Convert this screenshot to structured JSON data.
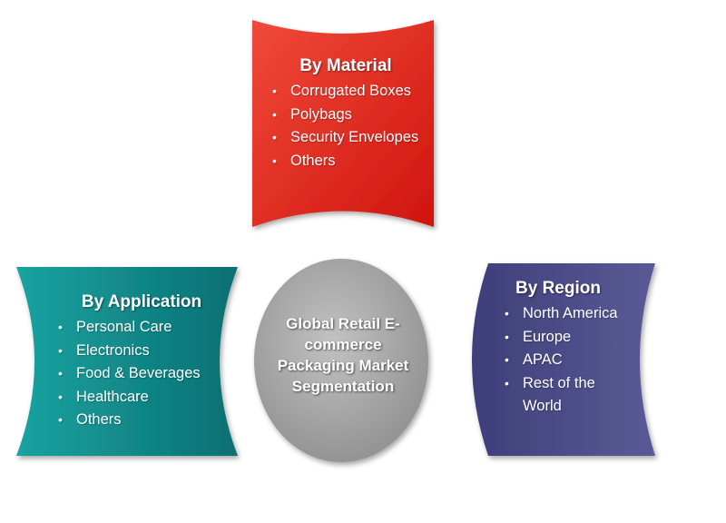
{
  "center": {
    "lines": [
      "Global Retail E-",
      "commerce",
      "Packaging Market",
      "Segmentation"
    ]
  },
  "material": {
    "title": "By Material",
    "items": [
      "Corrugated Boxes",
      "Polybags",
      "Security Envelopes",
      "Others"
    ]
  },
  "application": {
    "title": "By Application",
    "items": [
      "Personal Care",
      "Electronics",
      "Food & Beverages",
      "Healthcare",
      "Others"
    ]
  },
  "region": {
    "title": "By Region",
    "items": [
      "North America",
      "Europe",
      "APAC",
      "Rest of the World"
    ]
  },
  "colors": {
    "material": "#e3231b",
    "application": "#0f8a8a",
    "region": "#4d4d8a",
    "center": "#a8a8a8"
  }
}
